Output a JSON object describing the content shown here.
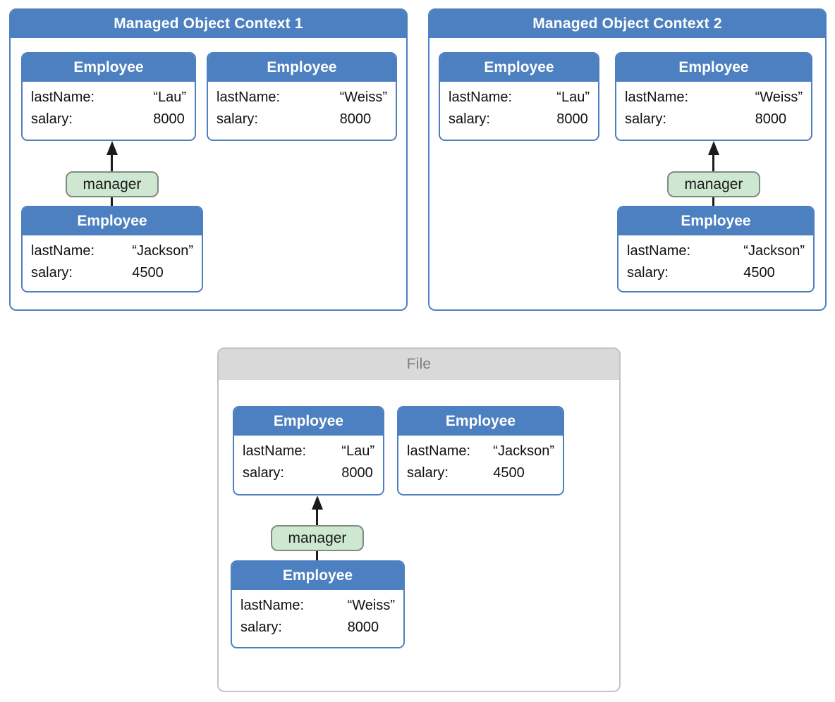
{
  "contexts": [
    {
      "title": "Managed Object Context 1",
      "relationship": "manager",
      "entities": [
        {
          "title": "Employee",
          "attrs": [
            [
              "lastName:",
              "“Lau”"
            ],
            [
              "salary:",
              "8000"
            ]
          ]
        },
        {
          "title": "Employee",
          "attrs": [
            [
              "lastName:",
              "“Weiss”"
            ],
            [
              "salary:",
              "8000"
            ]
          ]
        },
        {
          "title": "Employee",
          "attrs": [
            [
              "lastName:",
              "“Jackson”"
            ],
            [
              "salary:",
              "4500"
            ]
          ]
        }
      ]
    },
    {
      "title": "Managed Object Context 2",
      "relationship": "manager",
      "entities": [
        {
          "title": "Employee",
          "attrs": [
            [
              "lastName:",
              "“Lau”"
            ],
            [
              "salary:",
              "8000"
            ]
          ]
        },
        {
          "title": "Employee",
          "attrs": [
            [
              "lastName:",
              "“Weiss”"
            ],
            [
              "salary:",
              "8000"
            ]
          ]
        },
        {
          "title": "Employee",
          "attrs": [
            [
              "lastName:",
              "“Jackson”"
            ],
            [
              "salary:",
              "4500"
            ]
          ]
        }
      ]
    },
    {
      "title": "File",
      "relationship": "manager",
      "entities": [
        {
          "title": "Employee",
          "attrs": [
            [
              "lastName:",
              "“Lau”"
            ],
            [
              "salary:",
              "8000"
            ]
          ]
        },
        {
          "title": "Employee",
          "attrs": [
            [
              "lastName:",
              "“Jackson”"
            ],
            [
              "salary:",
              "4500"
            ]
          ]
        },
        {
          "title": "Employee",
          "attrs": [
            [
              "lastName:",
              "“Weiss”"
            ],
            [
              "salary:",
              "8000"
            ]
          ]
        }
      ]
    }
  ],
  "colors": {
    "blue": "#4d80c0",
    "pill_fill": "#cde7d0",
    "pill_border": "#7f8c82",
    "file_header_bg": "#d9d9d9",
    "file_header_text": "#7e7e7e",
    "file_border": "#c3c3c3",
    "connector": "#1b1b1b"
  }
}
